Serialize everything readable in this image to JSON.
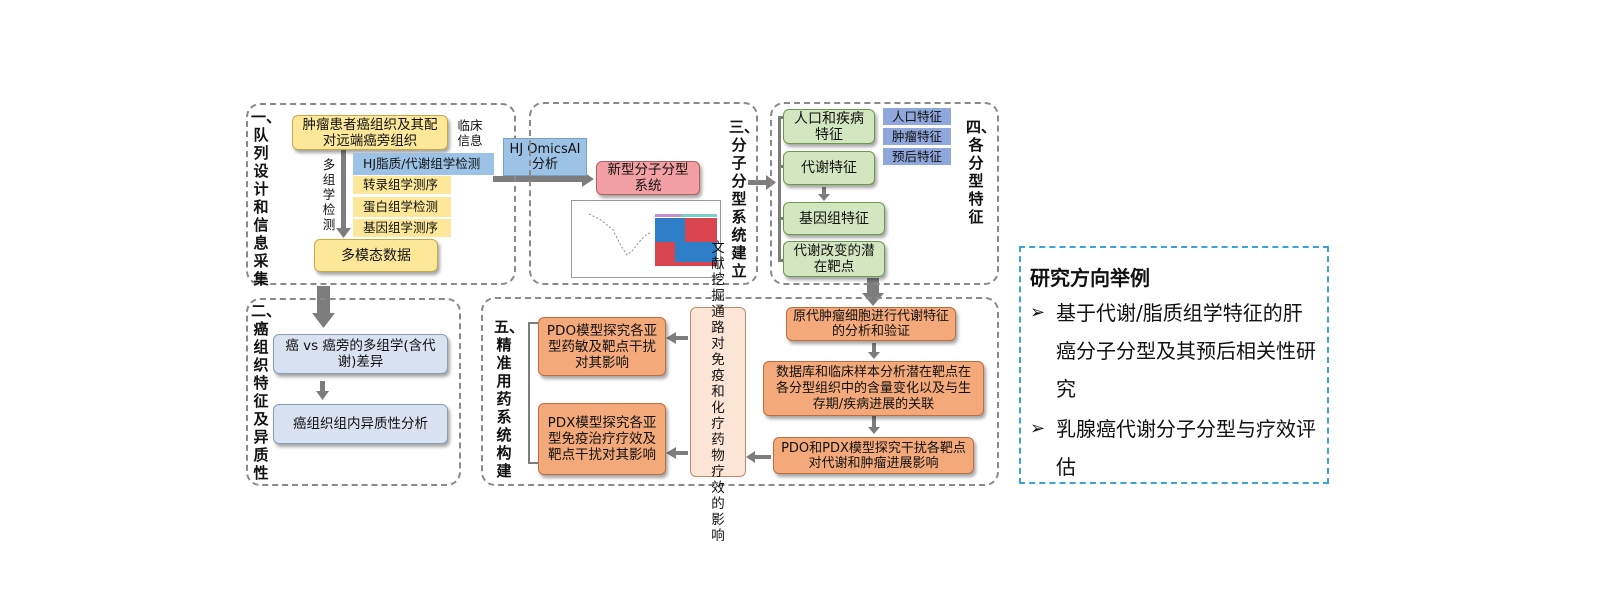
{
  "section1": {
    "title": "一、队列设计和信息采集",
    "patient_box": "肿瘤患者癌组织及其配对远端癌旁组织",
    "clinical_info": "临床信息",
    "multiomics_label": "多组学检测",
    "tags": [
      "HJ脂质/代谢组学检测",
      "转录组学测序",
      "蛋白组学检测",
      "基因组学测序"
    ],
    "multimodal_box": "多模态数据"
  },
  "omics_ai_box": "HJ OmicsAI分析",
  "section3": {
    "title": "三、分子分型系统建立",
    "subtype_box": "新型分子分型系统"
  },
  "section4": {
    "title": "四、各分型特征",
    "boxes": [
      "人口和疾病特征",
      "代谢特征",
      "基因组特征",
      "代谢改变的潜在靶点"
    ],
    "tags": [
      "人口特征",
      "肿瘤特征",
      "预后特征"
    ]
  },
  "section2": {
    "title": "二、癌组织特征及异质性",
    "boxes": [
      "癌 vs 癌旁的多组学(含代谢)差异",
      "癌组织组内异质性分析"
    ]
  },
  "section5": {
    "title": "五、精准用药系统构建",
    "right_boxes": [
      "原代肿瘤细胞进行代谢特征的分析和验证",
      "数据库和临床样本分析潜在靶点在各分型组织中的含量变化以及与生存期/疾病进展的关联",
      "PDO和PDX模型探究干扰各靶点对代谢和肿瘤进展影响"
    ],
    "literature_box": "文献挖掘通路对免疫和化疗药物疗效的影响",
    "left_boxes": [
      "PDO模型探究各亚型药敏及靶点干扰对其影响",
      "PDX模型探究各亚型免疫治疗疗效及靶点干扰对其影响"
    ]
  },
  "research": {
    "title": "研究方向举例",
    "bullet": "➢",
    "items": [
      "基于代谢/脂质组学特征的肝癌分子分型及其预后相关性研究",
      "乳腺癌代谢分子分型与疗效评估"
    ]
  },
  "colors": {
    "yellow_box": "#fde89a",
    "blue_box": "#d9e2f0",
    "green_box": "#d2e7c0",
    "orange_box": "#f4a97a",
    "pink_box": "#f3a0a4",
    "light_blue_tag": "#9cc2e5",
    "tag_blue": "#8fa7da",
    "arrow_gray": "#7d7d7d",
    "research_border": "#3ba3d8"
  }
}
